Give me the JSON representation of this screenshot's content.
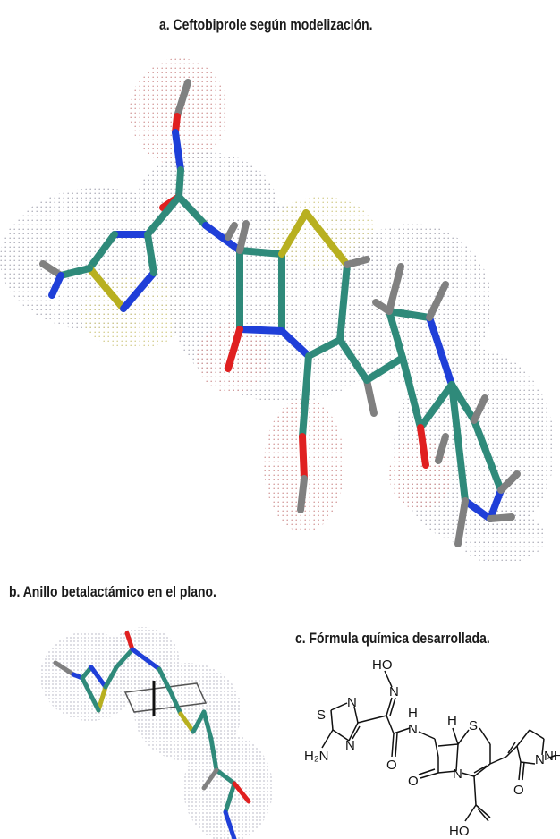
{
  "captions": {
    "a": "a. Ceftobiprole según modelización.",
    "b": "b. Anillo betalactámico en el plano.",
    "c": "c. Fórmula química desarrollada."
  },
  "formula_labels": {
    "HO": "HO",
    "N_oxime": "N",
    "N_ring1": "N",
    "S_ring": "S",
    "N_ring2": "N",
    "H2N": "H₂N",
    "H_amide": "H",
    "N_amide": "N",
    "O_amide": "O",
    "H_stereo": "H",
    "S_ceph": "S",
    "N_lactam": "N",
    "O_lactam": "O",
    "O_pyrrolidinone": "O",
    "N_pyrrolidinone": "N",
    "NH_pyrrolidine": "NH",
    "HO_carboxyl": "HO"
  },
  "colors": {
    "carbon": "#2f8a7a",
    "nitrogen": "#1f3fd8",
    "oxygen": "#e02020",
    "sulfur": "#b8b020",
    "hydrogen": "#808080",
    "dots": "#9a9aa8"
  }
}
